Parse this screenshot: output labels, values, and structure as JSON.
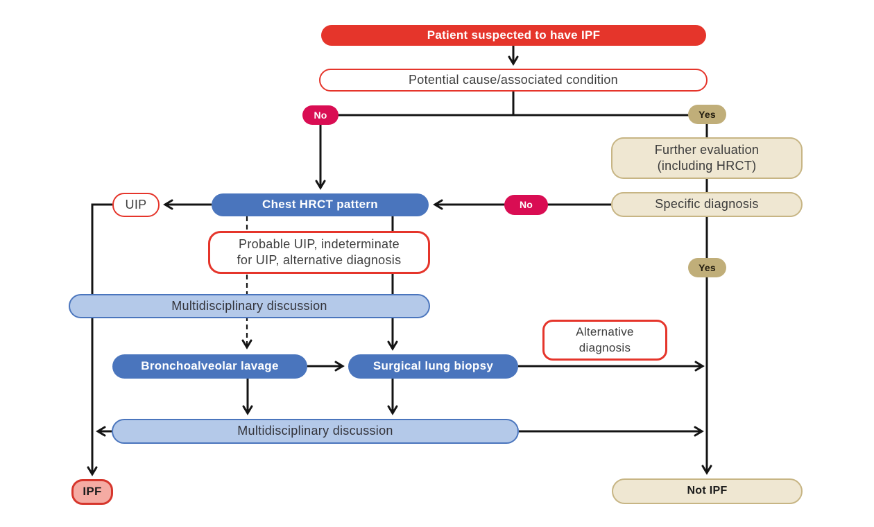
{
  "colors": {
    "red": "#E5352B",
    "crimson": "#D90D53",
    "blue": "#4A75BD",
    "light_blue_fill": "#B4C9E9",
    "tan_fill": "#EFE7D2",
    "tan_border": "#C7B584",
    "tan_solid": "#C0AE79",
    "pink_fill": "#F5ABA3",
    "line": "#141414"
  },
  "nodes": {
    "patient": "Patient suspected to have IPF",
    "potential_cause": "Potential cause/associated condition",
    "no_left": "No",
    "yes_right": "Yes",
    "further_evaluation_line1": "Further evaluation",
    "further_evaluation_line2": "(including HRCT)",
    "specific_diagnosis": "Specific diagnosis",
    "no_mid": "No",
    "chest_hrct": "Chest HRCT pattern",
    "uip": "UIP",
    "probable_uip_line1": "Probable UIP, indeterminate",
    "probable_uip_line2": "for UIP, alternative diagnosis",
    "mdd1": "Multidisciplinary discussion",
    "bal": "Bronchoalveolar lavage",
    "slb": "Surgical lung biopsy",
    "alternative_line1": "Alternative",
    "alternative_line2": "diagnosis",
    "yes_mid": "Yes",
    "mdd2": "Multidisciplinary discussion",
    "ipf": "IPF",
    "not_ipf": "Not IPF"
  }
}
